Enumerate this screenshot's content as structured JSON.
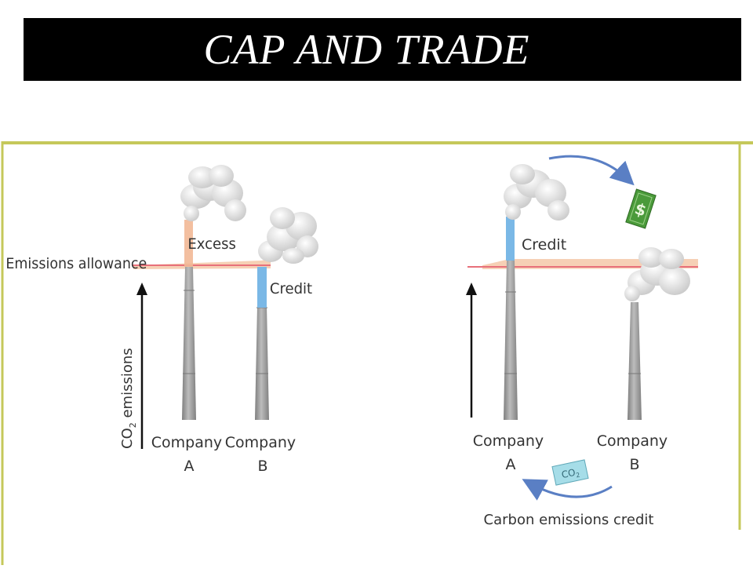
{
  "title": "CAP AND TRADE",
  "left_panel": {
    "allowance_label": "Emissions allowance",
    "axis_label_main": "CO",
    "axis_label_sub": "2",
    "axis_label_rest": " emissions",
    "excess_label": "Excess",
    "credit_label": "Credit",
    "company_a_line1": "Company",
    "company_a_line2": "A",
    "company_b_line1": "Company",
    "company_b_line2": "B"
  },
  "right_panel": {
    "credit_label": "Credit",
    "money_symbol": "$",
    "co2_badge_main": "CO",
    "co2_badge_sub": "2",
    "company_a_line1": "Company",
    "company_a_line2": "A",
    "company_b_line1": "Company",
    "company_b_line2": "B",
    "bottom_caption": "Carbon emissions credit"
  },
  "colors": {
    "frame_border": "#c5c85a",
    "allowance_line": "#e8707a",
    "allowance_band": "#f5c8a8",
    "excess_fill": "#f2b896",
    "credit_fill": "#7ab8e6",
    "stack_fill": "#9a9a9a",
    "arrow_blue": "#5a7fc4",
    "money_green": "#4a9a3a",
    "co2_badge": "#a6dde8"
  }
}
